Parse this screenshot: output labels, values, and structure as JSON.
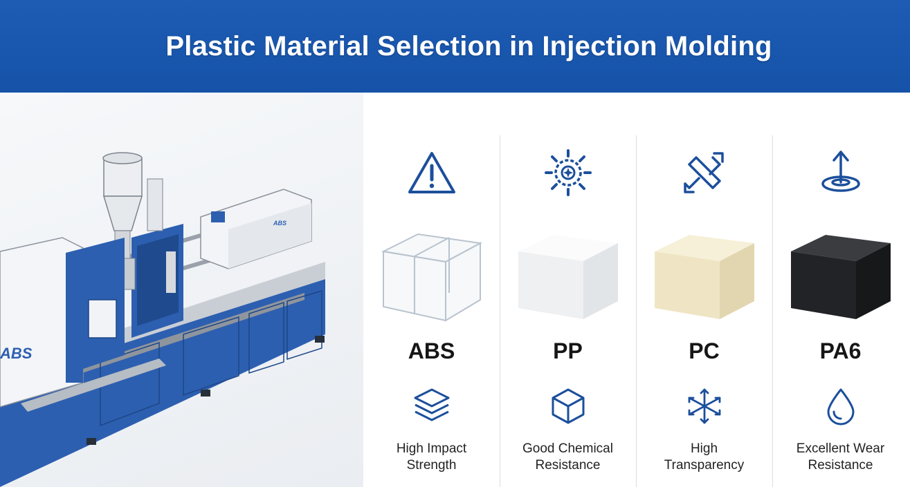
{
  "title": "Plastic Material Selection in Injection Molding",
  "machine": {
    "brand_label_body": "ABS",
    "brand_label_unit": "ABS"
  },
  "colors": {
    "banner": "#1756ad",
    "accent_blue": "#1c4f9c",
    "machine_blue": "#2d5fb0"
  },
  "materials": [
    {
      "name": "ABS",
      "top_icon": "warning-triangle-icon",
      "property_icon": "layers-stack-icon",
      "property_line1": "High Impact",
      "property_line2": "Strength",
      "block": "transparent-acrylic"
    },
    {
      "name": "PP",
      "top_icon": "gear-sun-icon",
      "property_icon": "cube-outline-icon",
      "property_line1": "Good Chemical",
      "property_line2": "Resistance",
      "block": "white-opaque"
    },
    {
      "name": "PC",
      "top_icon": "crossed-arrows-icon",
      "property_icon": "expand-arrows-icon",
      "property_line1": "High",
      "property_line2": "Transparency",
      "block": "cream-opaque"
    },
    {
      "name": "PA6",
      "top_icon": "arrow-up-platform-icon",
      "property_icon": "water-drop-icon",
      "property_line1": "Excellent Wear",
      "property_line2": "Resistance",
      "block": "black-textured"
    }
  ]
}
